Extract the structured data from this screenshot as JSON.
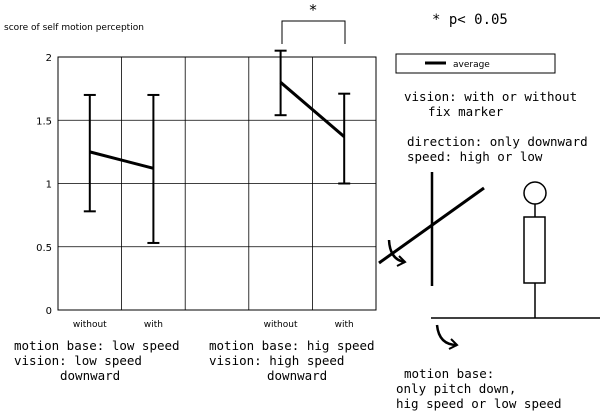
{
  "chart_data": {
    "type": "line",
    "ylabel": "score of self motion perception",
    "ylim": [
      0,
      2
    ],
    "yticks": [
      "0",
      "0.5",
      "1",
      "1.5",
      "2"
    ],
    "categories": [
      "without",
      "with",
      "",
      "without",
      "with"
    ],
    "legend": {
      "entries": [
        "average"
      ],
      "placement": "top-right"
    },
    "grid": true,
    "significance": {
      "marker": "*",
      "note": "* p< 0.05",
      "between": [
        "without",
        "with"
      ],
      "group": 2
    },
    "series": [
      {
        "group": 1,
        "x": [
          "without",
          "with"
        ],
        "mean": [
          1.25,
          1.12
        ],
        "error_low": [
          0.78,
          0.53
        ],
        "error_high": [
          1.7,
          1.7
        ]
      },
      {
        "group": 2,
        "x": [
          "without",
          "with"
        ],
        "mean": [
          1.8,
          1.37
        ],
        "error_low": [
          1.54,
          1.0
        ],
        "error_high": [
          2.05,
          1.71
        ]
      }
    ],
    "group_labels": [
      [
        "motion base: low speed",
        "vision: low speed",
        "downward"
      ],
      [
        "motion base: hig speed",
        "vision: high speed",
        "downward"
      ]
    ]
  },
  "annotations": {
    "vision": [
      "vision: with or without",
      "fix marker"
    ],
    "direction": [
      "direction: only downward",
      "speed: high or low"
    ],
    "motion_base": [
      "motion base:",
      "only pitch down,",
      "hig speed or low speed"
    ]
  }
}
